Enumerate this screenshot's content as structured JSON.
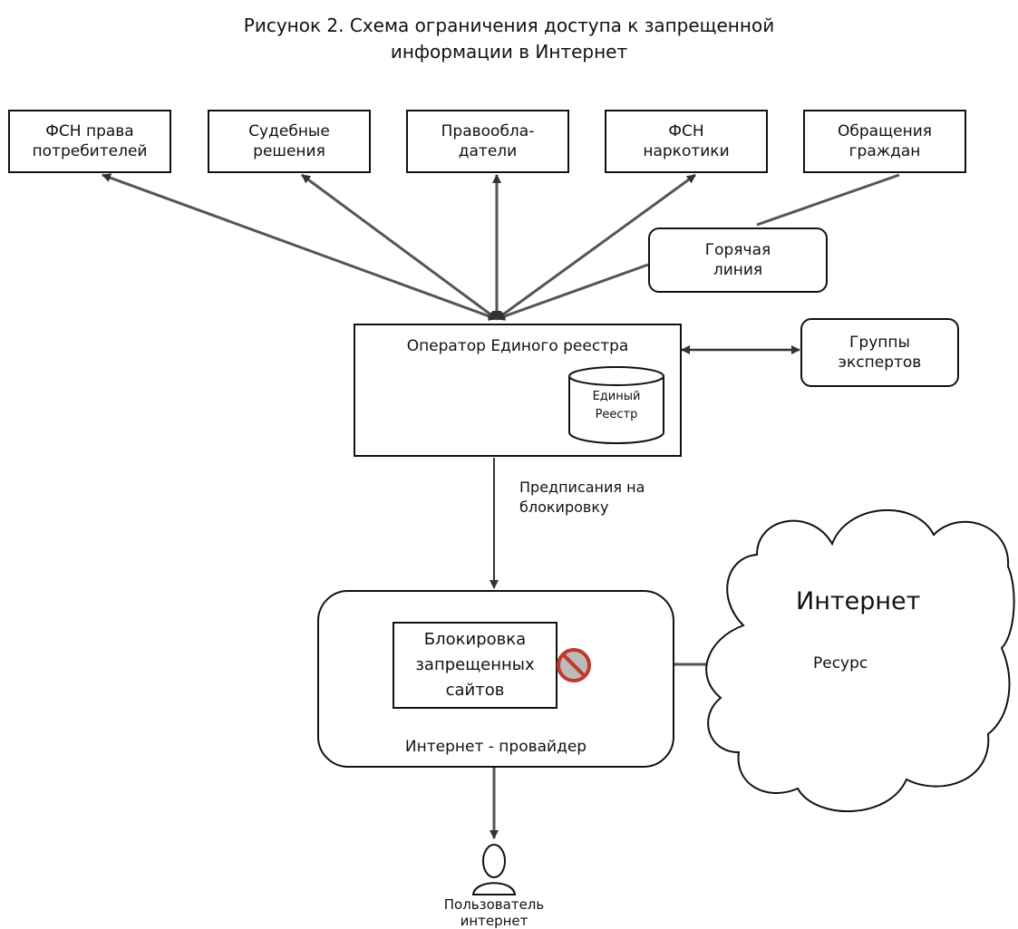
{
  "title": "Рисунок 2. Схема ограничения доступа к запрещенной\nинформации в Интернет",
  "sources": [
    {
      "id": "fsn-consumer",
      "label": "ФСН права\nпотребителей"
    },
    {
      "id": "court",
      "label": "Судебные\nрешения"
    },
    {
      "id": "rightholders",
      "label": "Правообла-\nдатели"
    },
    {
      "id": "fsn-drugs",
      "label": "ФСН\nнаркотики"
    },
    {
      "id": "citizens",
      "label": "Обращения\nграждан"
    }
  ],
  "hotline": "Горячая\nлиния",
  "operator": "Оператор Единого реестра",
  "registry": "Единый\nРеестр",
  "experts": "Группы\nэкспертов",
  "instructions": "Предписания на\nблокировку",
  "provider": "Интернет - провайдер",
  "blocking": "Блокировка\nзапрещенных\nсайтов",
  "internet": "Интернет",
  "resource": "Ресурс",
  "user": "Пользователь\nинтернет",
  "colors": {
    "line": "#111111",
    "arrow": "#555555",
    "block_icon": "#c0392b"
  }
}
